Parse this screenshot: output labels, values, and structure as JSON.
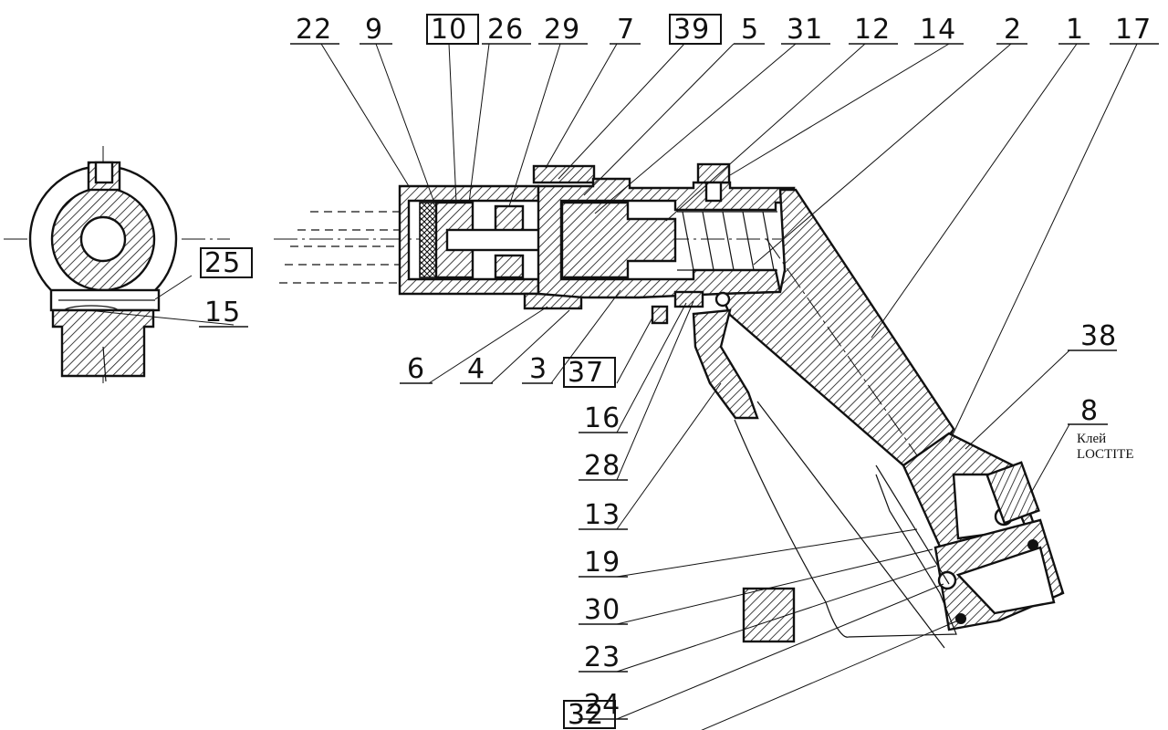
{
  "callouts": [
    {
      "id": "c22",
      "text": "22",
      "boxed": false
    },
    {
      "id": "c9",
      "text": "9",
      "boxed": false
    },
    {
      "id": "c10",
      "text": "10",
      "boxed": true
    },
    {
      "id": "c26",
      "text": "26",
      "boxed": false
    },
    {
      "id": "c29",
      "text": "29",
      "boxed": false
    },
    {
      "id": "c7",
      "text": "7",
      "boxed": false
    },
    {
      "id": "c39",
      "text": "39",
      "boxed": true
    },
    {
      "id": "c5",
      "text": "5",
      "boxed": false
    },
    {
      "id": "c31",
      "text": "31",
      "boxed": false
    },
    {
      "id": "c12",
      "text": "12",
      "boxed": false
    },
    {
      "id": "c14",
      "text": "14",
      "boxed": false
    },
    {
      "id": "c2",
      "text": "2",
      "boxed": false
    },
    {
      "id": "c1",
      "text": "1",
      "boxed": false
    },
    {
      "id": "c17",
      "text": "17",
      "boxed": false
    },
    {
      "id": "c25",
      "text": "25",
      "boxed": true
    },
    {
      "id": "c15",
      "text": "15",
      "boxed": false
    },
    {
      "id": "c6",
      "text": "6",
      "boxed": false
    },
    {
      "id": "c4",
      "text": "4",
      "boxed": false
    },
    {
      "id": "c3",
      "text": "3",
      "boxed": false
    },
    {
      "id": "c37",
      "text": "37",
      "boxed": true
    },
    {
      "id": "c16",
      "text": "16",
      "boxed": false
    },
    {
      "id": "c28",
      "text": "28",
      "boxed": false
    },
    {
      "id": "c13",
      "text": "13",
      "boxed": false
    },
    {
      "id": "c38",
      "text": "38",
      "boxed": false
    },
    {
      "id": "c8",
      "text": "8",
      "boxed": false
    },
    {
      "id": "c19",
      "text": "19",
      "boxed": false
    },
    {
      "id": "c30",
      "text": "30",
      "boxed": false
    },
    {
      "id": "c23",
      "text": "23",
      "boxed": false
    },
    {
      "id": "c24",
      "text": "24",
      "boxed": false
    },
    {
      "id": "c32",
      "text": "32",
      "boxed": true
    }
  ],
  "note": {
    "line1": "Клей",
    "line2": "LOCTITE"
  }
}
